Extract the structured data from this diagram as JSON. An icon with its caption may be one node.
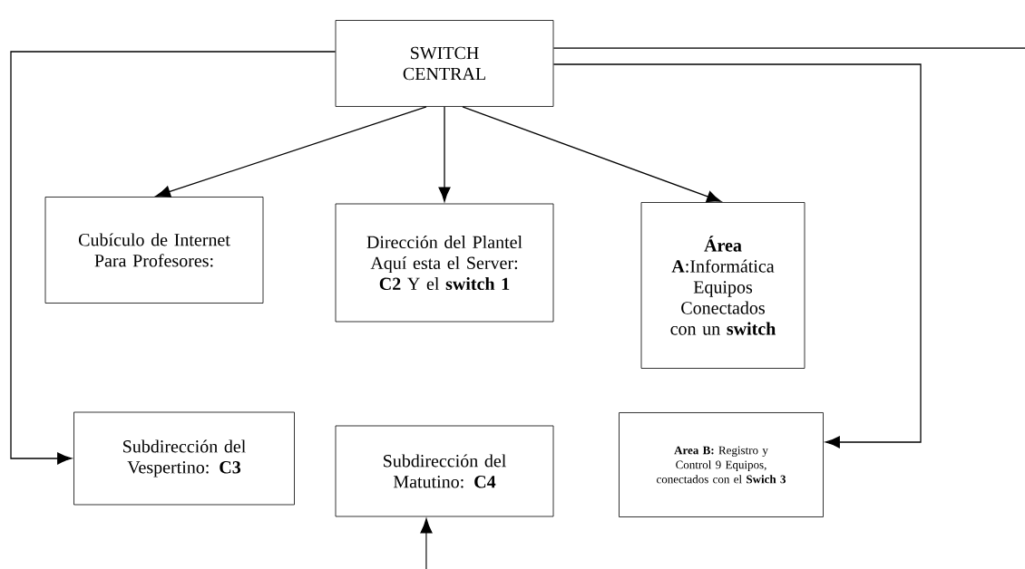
{
  "diagram": {
    "nodes": [
      {
        "text": [
          "SWITCH CENTRAL"
        ]
      },
      {
        "text": [
          "Cubículo de Internet Para Profesores:"
        ]
      },
      {
        "text": [
          "Dirección del Plantel Aquí esta el Server: **C2** Y el **switch 1**"
        ]
      },
      {
        "text": [
          "**Área A**:Informática Equipos Conectados con un **switch**"
        ]
      },
      {
        "text": [
          "Subdirección del Vespertino: **C3**"
        ]
      },
      {
        "text": [
          "Subdirección del Matutino: **C4**"
        ]
      },
      {
        "text": [
          "**Area B:** Registro y Control 9 Equipos, conectados con el **Swich 3**"
        ]
      }
    ],
    "edges": [
      {
        "from": 0,
        "to": 1,
        "arrow": "to"
      },
      {
        "from": 0,
        "to": 2,
        "arrow": "to"
      },
      {
        "from": 0,
        "to": 3,
        "arrow": "to"
      },
      {
        "from": 0,
        "to": 4,
        "arrow": "to"
      },
      {
        "from": 0,
        "to": 6,
        "arrow": "to"
      },
      {
        "from": 0,
        "to": null,
        "arrow": "none"
      },
      {
        "from": null,
        "to": 5,
        "arrow": "to"
      }
    ]
  }
}
